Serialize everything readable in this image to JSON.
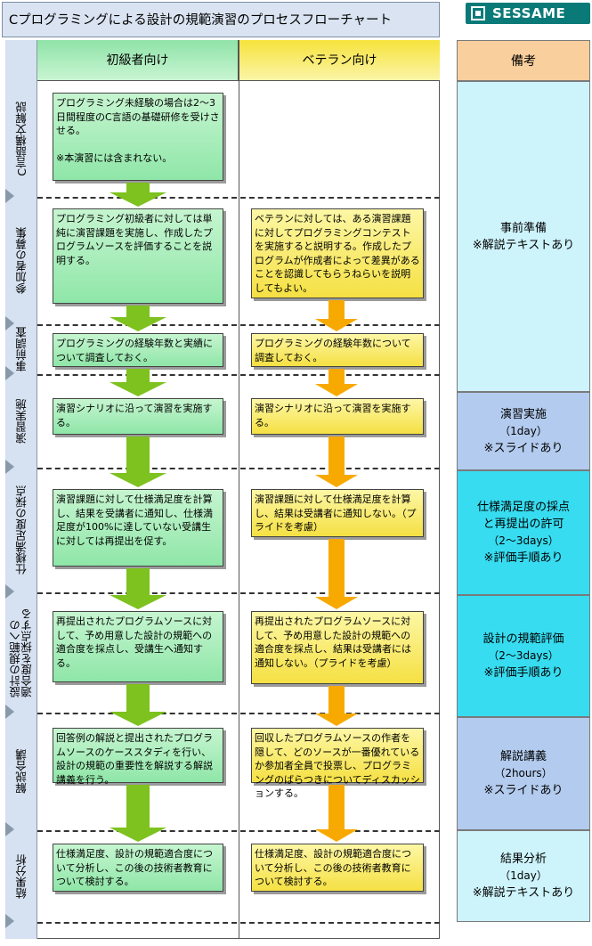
{
  "title": "Cプログラミングによる設計の規範演習のプロセスフローチャート",
  "logo": "SESSAME",
  "headers": {
    "novice": "初級者向け",
    "veteran": "ベテラン向け",
    "notes": "備考"
  },
  "stages": [
    "C言語構文解説",
    "参加者の募集",
    "事前調査",
    "演習実施",
    "仕様満足度の採点",
    "設計の規範への\n適合度を採点する",
    "解説合講",
    "結果分析"
  ],
  "novice_steps": [
    "プログラミング未経験の場合は2〜3日間程度のC言語の基礎研修を受けさせる。\n\n※本演習には含まれない。",
    "プログラミング初級者に対しては単純に演習課題を実施し、作成したプログラムソースを評価することを説明する。",
    "プログラミングの経験年数と実績について調査しておく。",
    "演習シナリオに沿って演習を実施する。",
    "演習課題に対して仕様満足度を計算し、結果を受講者に通知し、仕様満足度が100%に達していない受講生に対しては再提出を促す。",
    "再提出されたプログラムソースに対して、予め用意した設計の規範への適合度を採点し、受講生へ通知する。",
    "回答例の解説と提出されたプログラムソースのケーススタディを行い、設計の規範の重要性を解説する解説講義を行う。",
    "仕様満足度、設計の規範適合度について分析し、この後の技術者教育について検討する。"
  ],
  "veteran_steps": [
    "ベテランに対しては、ある演習課題に対してプログラミングコンテストを実施すると説明する。作成したプログラムが作成者によって差異があることを認識してもらうねらいを説明してもよい。",
    "プログラミングの経験年数について調査しておく。",
    "演習シナリオに沿って演習を実施する。",
    "演習課題に対して仕様満足度を計算し、結果は受講者に通知しない。（プライドを考慮）",
    "再提出されたプログラムソースに対して、予め用意した設計の規範への適合度を採点し、結果は受講者には通知しない。（プライドを考慮）",
    "回収したプログラムソースの作者を隠して、どのソースが一番優れているか参加者全員で投票し、プログラミングのばらつきについてディスカッションする。",
    "仕様満足度、設計の規範適合度について分析し、この後の技術者教育について検討する。"
  ],
  "notes": [
    {
      "lines": [
        "事前準備",
        "※解説テキストあり"
      ],
      "color": "#cdf3fb"
    },
    {
      "lines": [
        "演習実施",
        "（1day）",
        "※スライドあり"
      ],
      "color": "#b3cbee"
    },
    {
      "lines": [
        "仕様満足度の採点",
        "と再提出の許可",
        "（2〜3days）",
        "※評価手順あり"
      ],
      "color": "#37dcf0"
    },
    {
      "lines": [
        "設計の規範評価",
        "（2〜3days）",
        "※評価手順あり"
      ],
      "color": "#37dcf0"
    },
    {
      "lines": [
        "解説講義",
        "（2hours）",
        "※スライドあり"
      ],
      "color": "#b3cbee"
    },
    {
      "lines": [
        "結果分析",
        "（1day）",
        "※解説テキストあり"
      ],
      "color": "#cdf3fb"
    }
  ],
  "colors": {
    "green_arrow": "#7dc21e",
    "orange_arrow": "#f7a900"
  }
}
